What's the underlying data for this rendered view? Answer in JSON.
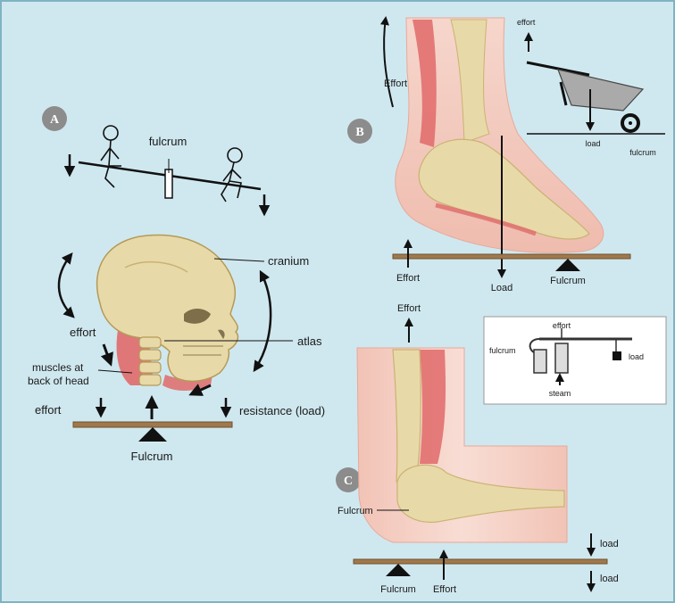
{
  "colors": {
    "background": "#cfe8ef",
    "border": "#7fb3c4",
    "bone": "#e8d9a8",
    "bone_shadow": "#c9b373",
    "muscle": "#e06a6a",
    "skin": "#f2c3b6",
    "plank": "#a0784b",
    "badge": "#8c8c8c"
  },
  "panel_a": {
    "badge": "A",
    "seesaw": {
      "fulcrum_label": "fulcrum"
    },
    "skull": {
      "cranium_label": "cranium",
      "atlas_label": "atlas",
      "effort_label": "effort",
      "muscles_label_line1": "muscles at",
      "muscles_label_line2": "back of head"
    },
    "lever": {
      "effort_label": "effort",
      "resistance_label": "resistance (load)",
      "fulcrum_label": "Fulcrum"
    }
  },
  "panel_b": {
    "badge": "B",
    "effort_arc_label": "Effort",
    "lever": {
      "effort_label": "Effort",
      "load_label": "Load",
      "fulcrum_label": "Fulcrum"
    },
    "wheelbarrow": {
      "effort_label": "effort",
      "load_label": "load",
      "fulcrum_label": "fulcrum"
    }
  },
  "panel_c": {
    "badge": "C",
    "effort_top_label": "Effort",
    "elbow_fulcrum_label": "Fulcrum",
    "lever": {
      "fulcrum_label": "Fulcrum",
      "effort_label": "Effort",
      "load_label_top": "load",
      "load_label_bottom": "load"
    },
    "steam_valve": {
      "effort_label": "effort",
      "fulcrum_label": "fulcrum",
      "load_label": "load",
      "steam_label": "steam"
    }
  }
}
